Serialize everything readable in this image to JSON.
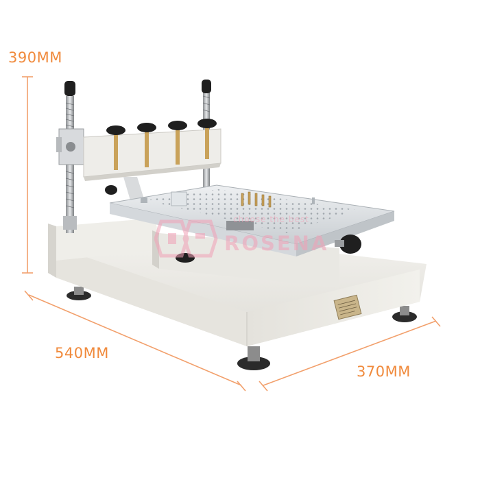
{
  "dimensions": {
    "height": "390MM",
    "width": "540MM",
    "depth": "370MM"
  },
  "watermark": {
    "slogan": "choose the best",
    "brand": "ROSENA"
  },
  "colors": {
    "dimension_lines": "#f2a06c",
    "dimension_text": "#f08a3c",
    "body": "#ecebe6",
    "body_shadow": "#d8d6d0",
    "aluminum": "#d9dde0",
    "knob": "#2a2a2a",
    "watermark": "#f2a0b6"
  }
}
